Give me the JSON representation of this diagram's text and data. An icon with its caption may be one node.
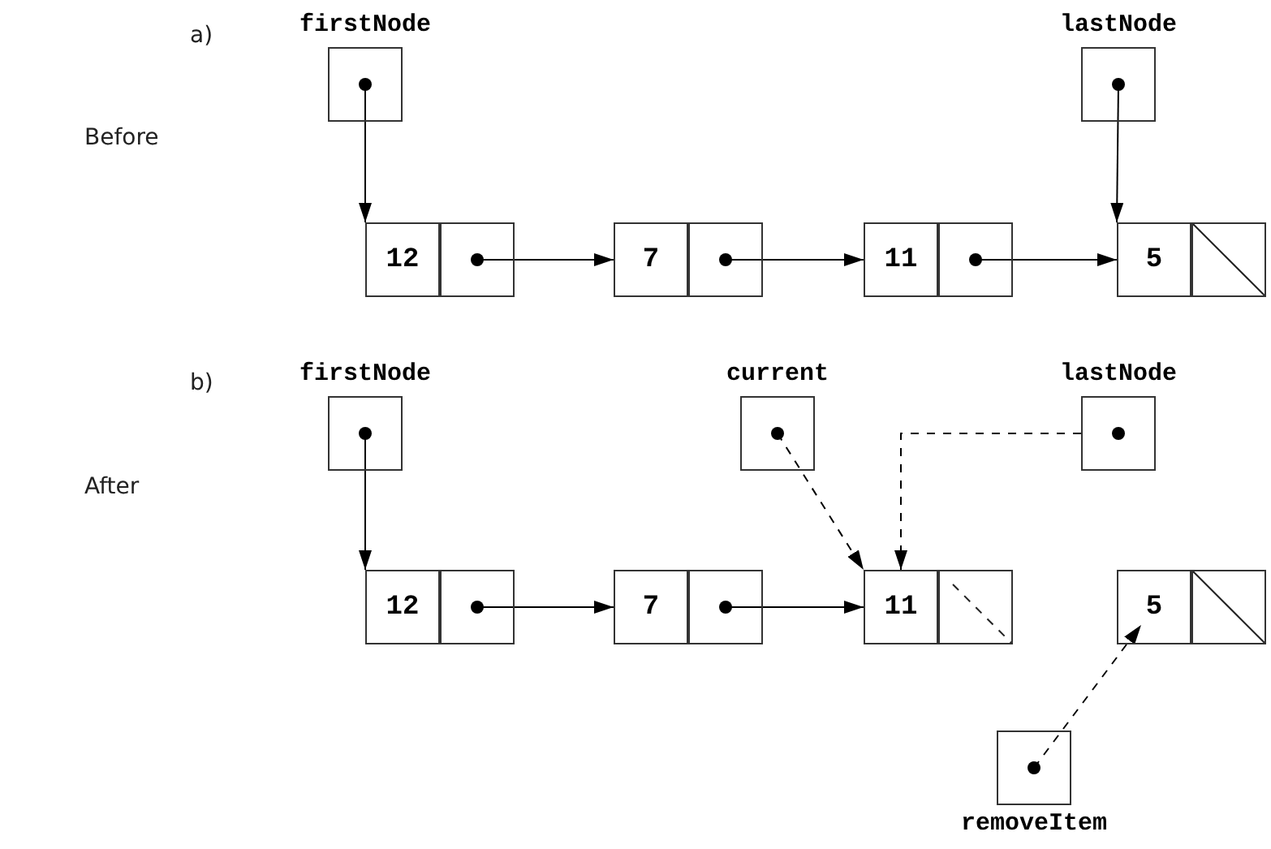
{
  "diagram": {
    "nodes": [
      {
        "text": [
          "firstNode"
        ]
      },
      {
        "text": [
          "lastNode"
        ]
      },
      {
        "text": [
          "12"
        ]
      },
      {
        "text": [
          "7"
        ]
      },
      {
        "text": [
          "11"
        ]
      },
      {
        "text": [
          "5"
        ]
      },
      {
        "text": [
          "firstNode"
        ]
      },
      {
        "text": [
          "current"
        ]
      },
      {
        "text": [
          "lastNode"
        ]
      },
      {
        "text": [
          "12"
        ]
      },
      {
        "text": [
          "7"
        ]
      },
      {
        "text": [
          "11"
        ]
      },
      {
        "text": [
          "5"
        ]
      },
      {
        "text": [
          "removeItem"
        ]
      }
    ],
    "edges": [
      {
        "from": 0,
        "to": 2,
        "arrow": "to"
      },
      {
        "from": 1,
        "to": 5,
        "arrow": "to"
      },
      {
        "from": 2,
        "to": 3,
        "arrow": "to"
      },
      {
        "from": 3,
        "to": 4,
        "arrow": "to"
      },
      {
        "from": 4,
        "to": 5,
        "arrow": "to"
      },
      {
        "from": 6,
        "to": 9,
        "arrow": "to"
      },
      {
        "from": 7,
        "to": 11,
        "arrow": "to",
        "style": "dashed"
      },
      {
        "from": 8,
        "to": 11,
        "arrow": "to",
        "style": "dashed"
      },
      {
        "from": 9,
        "to": 10,
        "arrow": "to"
      },
      {
        "from": 10,
        "to": 11,
        "arrow": "to"
      },
      {
        "from": 13,
        "to": 12,
        "arrow": "to",
        "style": "dashed"
      }
    ],
    "labels": [
      "a)",
      "Before",
      "b)",
      "After"
    ]
  }
}
